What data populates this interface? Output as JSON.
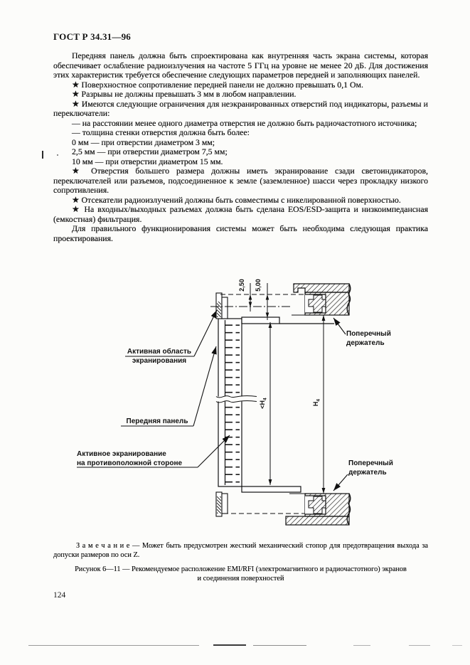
{
  "doc": {
    "code": "ГОСТ Р 34.31—96",
    "page_number": "124"
  },
  "body": {
    "paragraphs": [
      "Передняя панель должна быть спроектирована как внутренняя часть экрана системы, которая обеспечивает ослабление радиоизлучения на частоте 5 ГГц на уровне не менее 20 дБ. Для достижения этих характеристик требуется обеспечение следующих параметров передней и заполняющих панелей.",
      "★ Поверхностное сопротивление передней панели не должно превышать 0,1 Ом.",
      "★ Разрывы не должны превышать 3 мм в любом направлении.",
      "★ Имеются следующие ограничения для неэкранированных отверстий под индикаторы, разъемы и переключатели:",
      "— на расстоянии менее одного диаметра отверстия не должно быть радиочастотного источника;",
      "— толщина стенки отверстия должна быть более:",
      "0 мм — при отверстии диаметром 3 мм;",
      "2,5 мм — при отверстии диаметром 7,5 мм;",
      "10 мм — при отверстии диаметром 15 мм.",
      "★ Отверстия большего размера должны иметь экранирование сзади светоиндикаторов, переключателей или разъемов, подсоединенное к земле (заземленное) шасси через прокладку низкого сопротивления.",
      "★ Отсекатели радиоизлучений должны быть совместимы с никелированной поверхностью.",
      "★ На входных/выходных разъемах должна быть сделана EOS/ESD-защита и низкоимпедансная (емкостная) фильтрация.",
      "Для правильного функционирования системы может быть необходима следующая практика проектирования."
    ]
  },
  "figure": {
    "labels": {
      "active_area_1": "Активная область",
      "active_area_2": "экранирования",
      "front_panel": "Передняя панель",
      "opposite_1": "Активное экранирование",
      "opposite_2": "на противоположной стороне",
      "holder_top_1": "Поперечный",
      "holder_top_2": "держатель",
      "holder_bottom_1": "Поперечный",
      "holder_bottom_2": "держатель"
    },
    "dims": {
      "d250": "2,50",
      "d500": "5,00",
      "h_lt": "<H",
      "h_lt_sub": "4",
      "h": "H",
      "h_sub": "4"
    }
  },
  "note": {
    "text": "З а м е ч а н и е — Может быть предусмотрен жесткий механический стопор для предотвращения выхода за допуски размеров по оси Z."
  },
  "caption": {
    "line1": "Рисунок 6—11 — Рекомендуемое расположение EMI/RFI (электромагнитного и радиочастотного) экранов",
    "line2": "и соединения поверхностей"
  }
}
